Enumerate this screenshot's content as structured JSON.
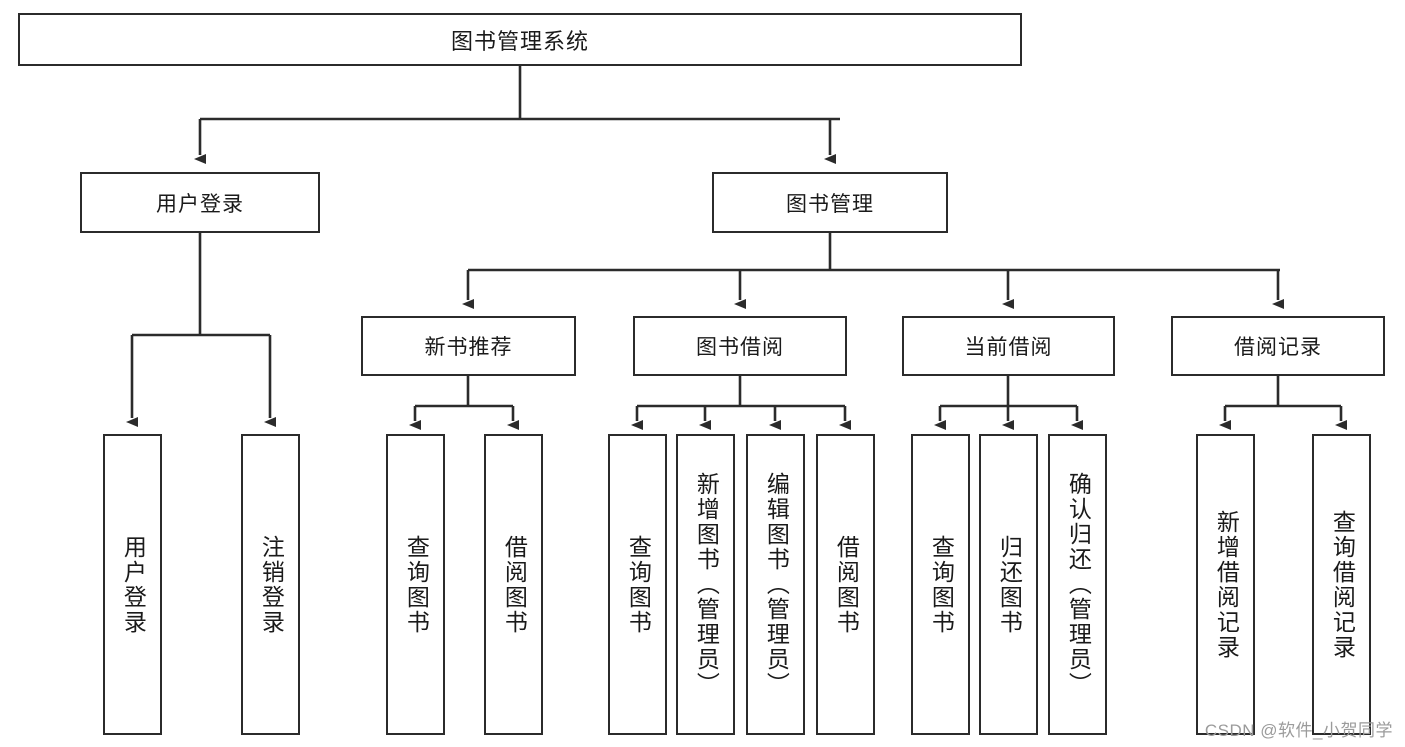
{
  "diagram": {
    "type": "tree-hierarchy-flowchart",
    "title": "图书管理系统",
    "root": {
      "id": "root",
      "label": "图书管理系统",
      "orientation": "horizontal"
    },
    "level1": [
      {
        "id": "user-login",
        "label": "用户登录",
        "orientation": "horizontal"
      },
      {
        "id": "book-manage",
        "label": "图书管理",
        "orientation": "horizontal"
      }
    ],
    "level2": [
      {
        "id": "new-book-recommend",
        "label": "新书推荐",
        "orientation": "horizontal",
        "parent": "book-manage"
      },
      {
        "id": "book-borrow",
        "label": "图书借阅",
        "orientation": "horizontal",
        "parent": "book-manage"
      },
      {
        "id": "current-borrow",
        "label": "当前借阅",
        "orientation": "horizontal",
        "parent": "book-manage"
      },
      {
        "id": "borrow-record",
        "label": "借阅记录",
        "orientation": "horizontal",
        "parent": "book-manage"
      }
    ],
    "leaves": [
      {
        "id": "leaf-user-login",
        "label": "用户登录",
        "orientation": "vertical",
        "parent": "user-login"
      },
      {
        "id": "leaf-user-logout",
        "label": "注销登录",
        "orientation": "vertical",
        "parent": "user-login"
      },
      {
        "id": "leaf-query-book-1",
        "label": "查询图书",
        "orientation": "vertical",
        "parent": "new-book-recommend"
      },
      {
        "id": "leaf-borrow-book-1",
        "label": "借阅图书",
        "orientation": "vertical",
        "parent": "new-book-recommend"
      },
      {
        "id": "leaf-query-book-2",
        "label": "查询图书",
        "orientation": "vertical",
        "parent": "book-borrow"
      },
      {
        "id": "leaf-add-book",
        "label": "新增图书（管理员）",
        "orientation": "vertical",
        "parent": "book-borrow"
      },
      {
        "id": "leaf-edit-book",
        "label": "编辑图书（管理员）",
        "orientation": "vertical",
        "parent": "book-borrow"
      },
      {
        "id": "leaf-borrow-book-2",
        "label": "借阅图书",
        "orientation": "vertical",
        "parent": "book-borrow"
      },
      {
        "id": "leaf-query-book-3",
        "label": "查询图书",
        "orientation": "vertical",
        "parent": "current-borrow"
      },
      {
        "id": "leaf-return-book",
        "label": "归还图书",
        "orientation": "vertical",
        "parent": "current-borrow"
      },
      {
        "id": "leaf-confirm-return",
        "label": "确认归还（管理员）",
        "orientation": "vertical",
        "parent": "current-borrow"
      },
      {
        "id": "leaf-add-record",
        "label": "新增借阅记录",
        "orientation": "vertical",
        "parent": "borrow-record"
      },
      {
        "id": "leaf-query-record",
        "label": "查询借阅记录",
        "orientation": "vertical",
        "parent": "borrow-record"
      }
    ],
    "watermark": "CSDN @软件_小贺同学",
    "colors": {
      "stroke": "#2b2b2b",
      "background": "#ffffff",
      "text": "#1a1a1a",
      "watermark": "#9b9b9b"
    }
  }
}
